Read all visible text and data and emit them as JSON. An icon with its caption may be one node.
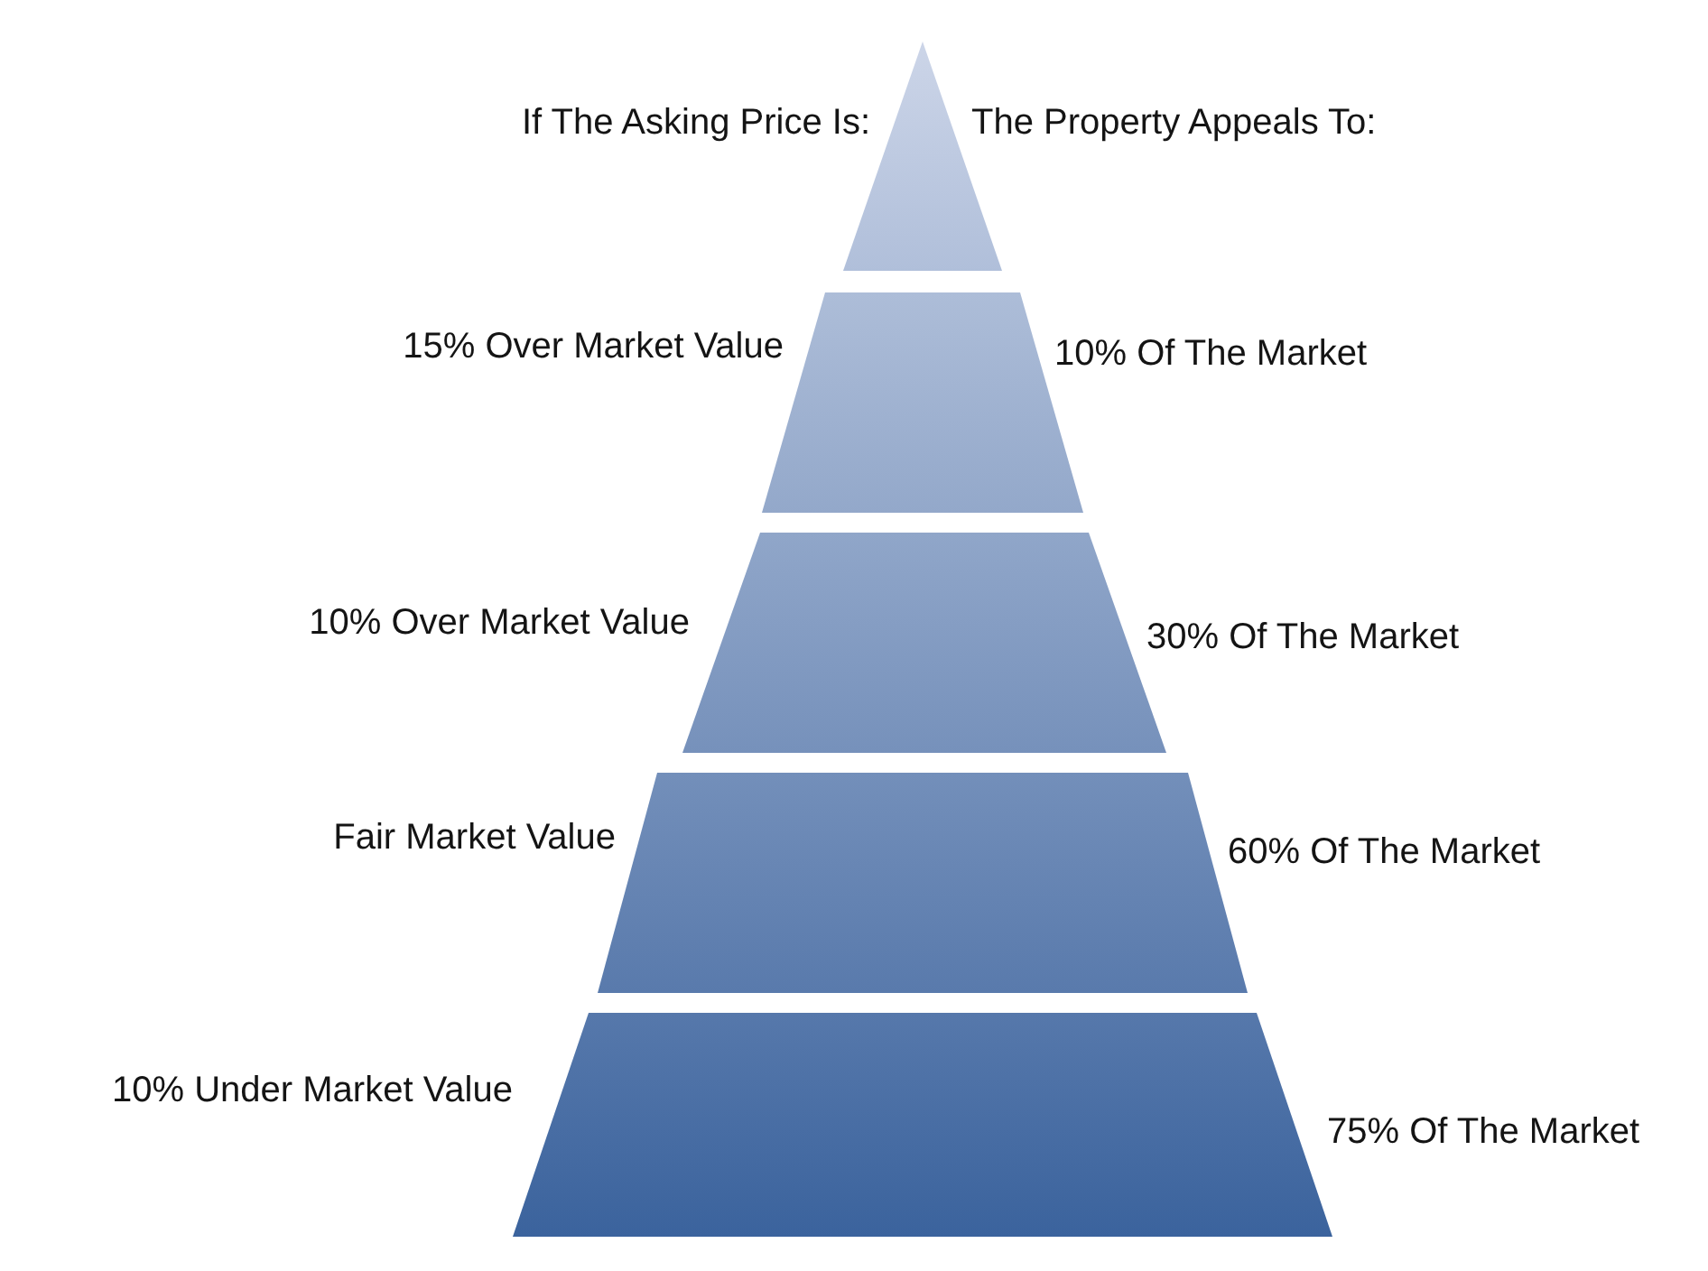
{
  "diagram": {
    "nodes": [
      {
        "text": [],
        "shape": "triangle"
      },
      {
        "text": [],
        "shape": "trapezoid",
        "beside": [
          "15% Over Market Value",
          "10% Of The Market"
        ]
      },
      {
        "text": [],
        "shape": "trapezoid",
        "beside": [
          "10% Over Market Value",
          "30% Of The Market"
        ]
      },
      {
        "text": [],
        "shape": "trapezoid",
        "beside": [
          "Fair Market Value",
          "60% Of The Market"
        ]
      },
      {
        "text": [],
        "shape": "trapezoid",
        "beside": [
          "10% Under Market Value",
          "75% Of The Market"
        ]
      }
    ],
    "labels": [
      "If The Asking Price Is:",
      "The Property Appeals To:"
    ]
  }
}
